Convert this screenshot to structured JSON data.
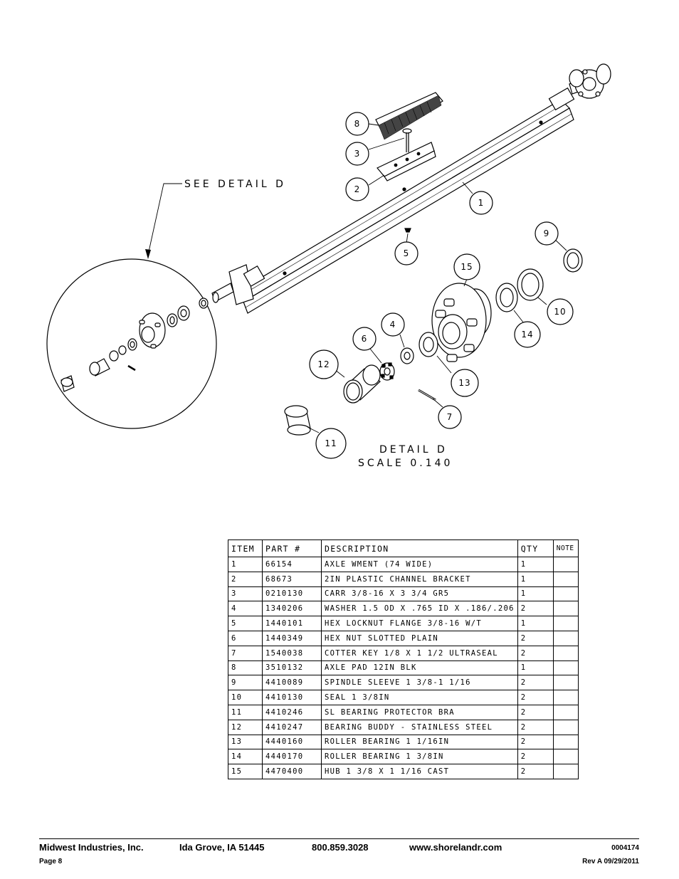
{
  "drawing": {
    "see_detail": "SEE DETAIL D",
    "detail_title": "DETAIL D",
    "detail_scale": "SCALE 0.140",
    "callouts": [
      "1",
      "2",
      "3",
      "4",
      "5",
      "6",
      "7",
      "8",
      "9",
      "10",
      "11",
      "12",
      "13",
      "14",
      "15"
    ]
  },
  "table": {
    "headers": [
      "ITEM",
      "PART #",
      "DESCRIPTION",
      "QTY",
      "NOTE"
    ],
    "rows": [
      [
        "1",
        "66154",
        "AXLE WMENT (74 WIDE)",
        "1",
        ""
      ],
      [
        "2",
        "68673",
        "2IN PLASTIC CHANNEL BRACKET",
        "1",
        ""
      ],
      [
        "3",
        "0210130",
        "CARR 3/8-16 X 3 3/4 GR5",
        "1",
        ""
      ],
      [
        "4",
        "1340206",
        "WASHER 1.5 OD X .765 ID X .186/.206",
        "2",
        ""
      ],
      [
        "5",
        "1440101",
        "HEX LOCKNUT FLANGE 3/8-16 W/T",
        "1",
        ""
      ],
      [
        "6",
        "1440349",
        "HEX NUT SLOTTED PLAIN",
        "2",
        ""
      ],
      [
        "7",
        "1540038",
        "COTTER KEY 1/8 X 1 1/2 ULTRASEAL",
        "2",
        ""
      ],
      [
        "8",
        "3510132",
        "AXLE PAD 12IN BLK",
        "1",
        ""
      ],
      [
        "9",
        "4410089",
        "SPINDLE SLEEVE 1 3/8-1 1/16",
        "2",
        ""
      ],
      [
        "10",
        "4410130",
        "SEAL 1 3/8IN",
        "2",
        ""
      ],
      [
        "11",
        "4410246",
        "SL BEARING PROTECTOR BRA",
        "2",
        ""
      ],
      [
        "12",
        "4410247",
        "BEARING BUDDY - STAINLESS STEEL",
        "2",
        ""
      ],
      [
        "13",
        "4440160",
        "ROLLER BEARING 1 1/16IN",
        "2",
        ""
      ],
      [
        "14",
        "4440170",
        "ROLLER BEARING 1 3/8IN",
        "2",
        ""
      ],
      [
        "15",
        "4470400",
        "HUB 1 3/8 X 1 1/16 CAST",
        "2",
        ""
      ]
    ]
  },
  "footer": {
    "company": "Midwest Industries, Inc.",
    "location": "Ida Grove, IA  51445",
    "phone": "800.859.3028",
    "website": "www.shorelandr.com",
    "doc_number": "0004174",
    "page": "Page 8",
    "revision": "Rev A  09/29/2011"
  }
}
